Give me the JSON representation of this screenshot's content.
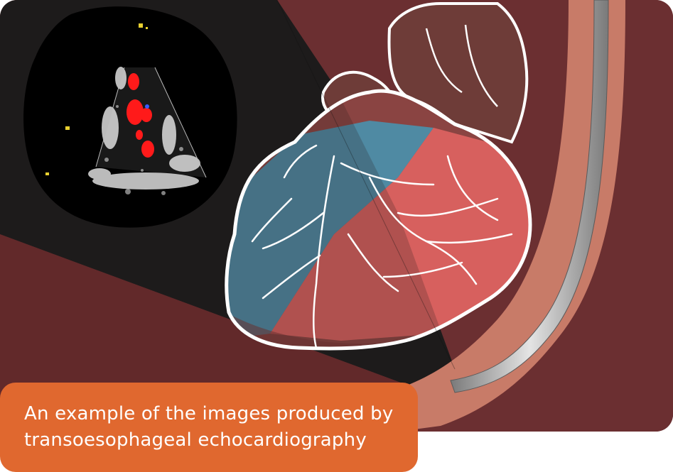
{
  "figure": {
    "image_name": "transoesophageal-echo-illustration",
    "colors": {
      "background": "#6b2f31",
      "dark_panel": "#1d1b1b",
      "heart_outline": "#ffffff",
      "heart_blue_region": "#4f8aa3",
      "heart_red_region": "#d7605e",
      "esophagus": "#c87b68",
      "probe": "#b8b8b8",
      "doppler_color": "#ff1a1a"
    }
  },
  "caption": {
    "line1": "An example of the images produced by",
    "line2": "transoesophageal echocardiography",
    "background_color": "#e0682f",
    "text_color": "#ffffff"
  }
}
